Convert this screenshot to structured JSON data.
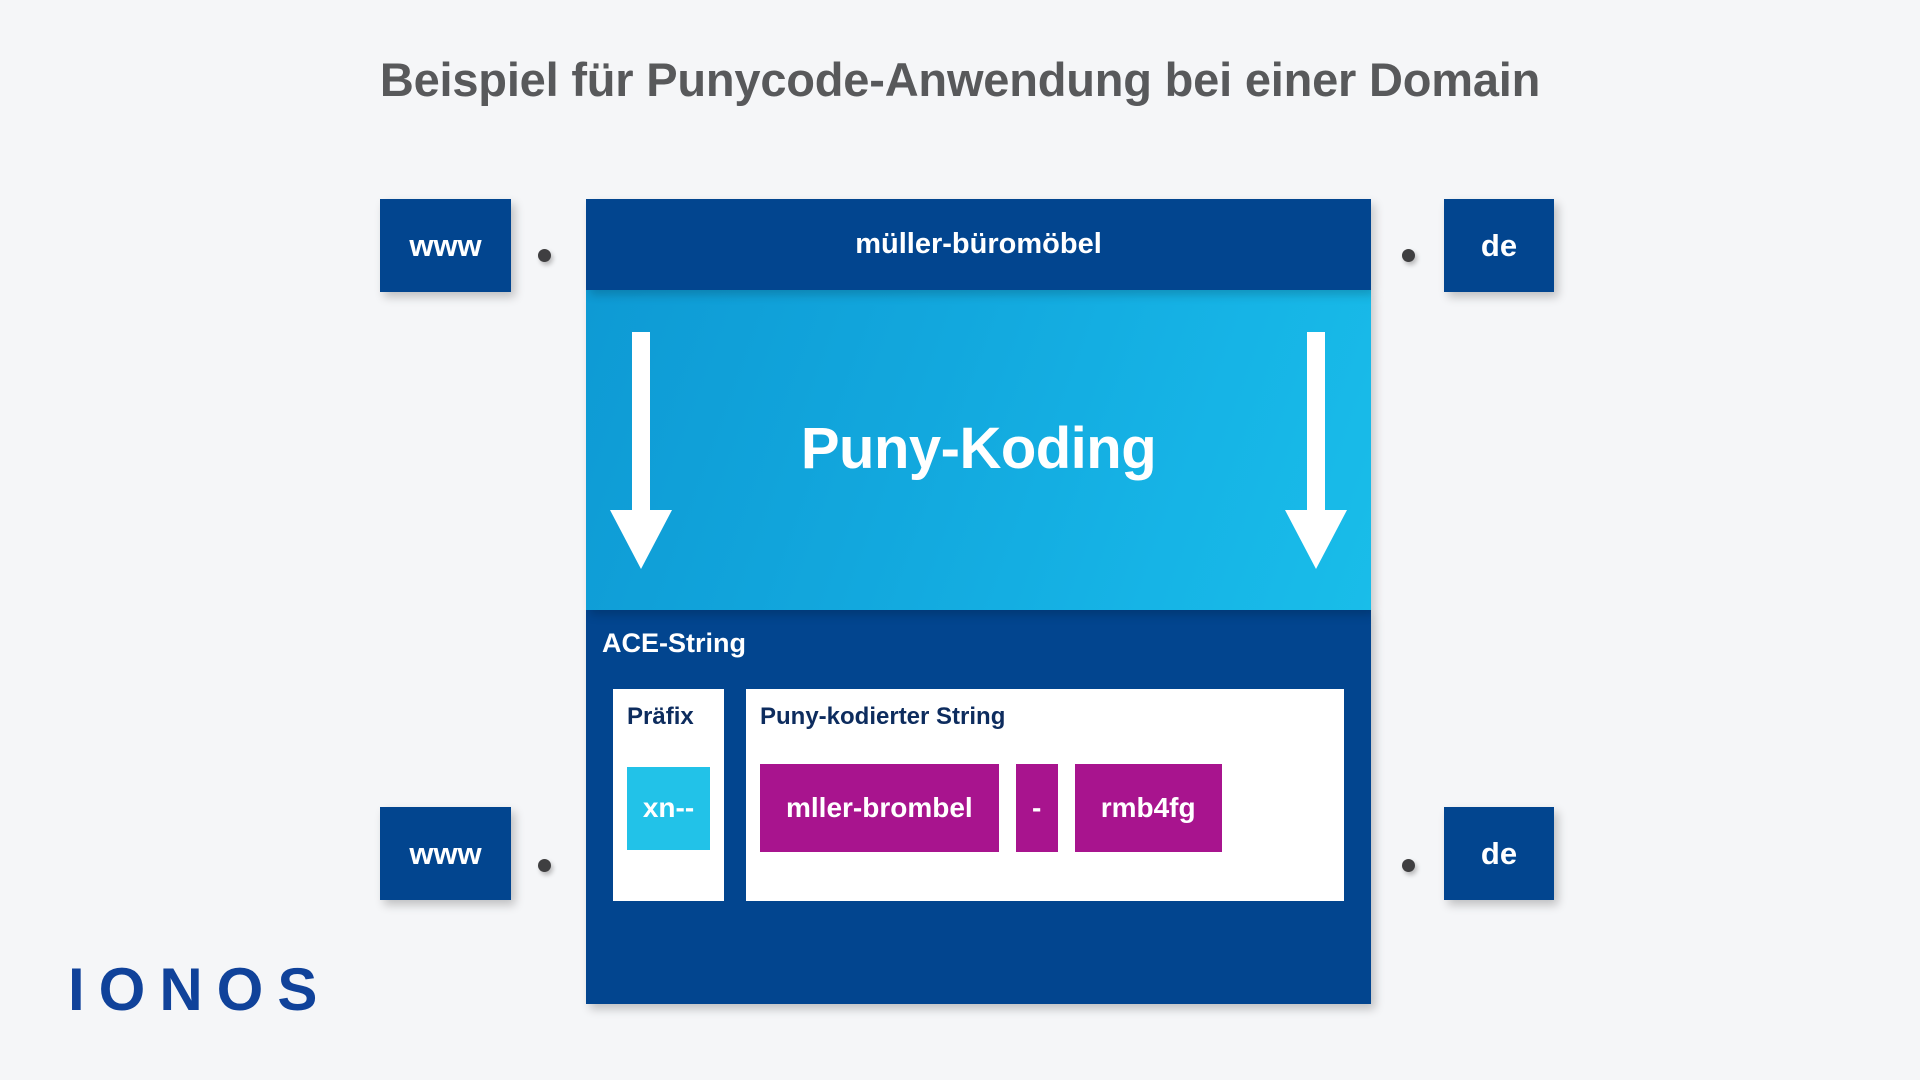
{
  "title": "Beispiel für Punycode-Anwendung bei einer Domain",
  "top_row": {
    "subdomain": "www",
    "domain": "müller-büromöbel",
    "tld": "de",
    "separator": "."
  },
  "encoding_band": {
    "label": "Puny-Koding",
    "arrow_left": "down-arrow-icon",
    "arrow_right": "down-arrow-icon"
  },
  "ace_block": {
    "title": "ACE-String",
    "prefix_panel": {
      "title": "Präfix",
      "value": "xn--"
    },
    "string_panel": {
      "title": "Puny-kodierter String",
      "tokens": [
        {
          "text": "mller-brombel"
        },
        {
          "text": "-"
        },
        {
          "text": "rmb4fg"
        }
      ]
    }
  },
  "bottom_row": {
    "subdomain": "www",
    "tld": "de",
    "separator": "."
  },
  "brand": {
    "logo_text": "IONOS"
  },
  "colors": {
    "background": "#f5f6f8",
    "deep_blue": "#02458f",
    "cyan": "#17b3e5",
    "cyan_token": "#22c2e8",
    "magenta": "#a8148e",
    "title_gray": "#58595b",
    "panel_title_navy": "#0d2c5e",
    "logo_blue": "#10429a",
    "dot_gray": "#3f3f41"
  }
}
